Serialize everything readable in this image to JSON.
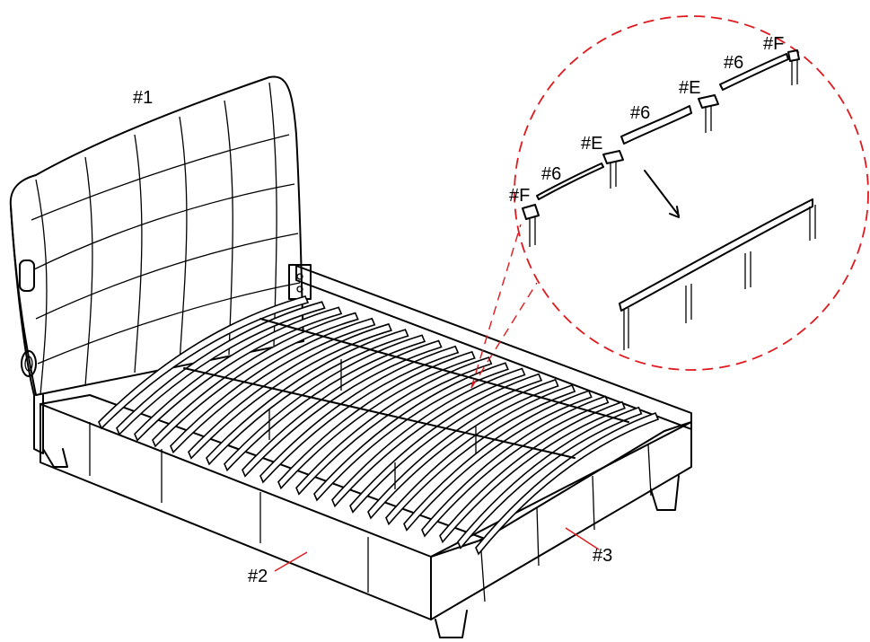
{
  "labels": {
    "headboard": "#1",
    "rail_front": "#2",
    "rail_side": "#3",
    "slat_a": "#6",
    "slat_b": "#6",
    "slat_c": "#6",
    "connector_a": "#E",
    "connector_b": "#E",
    "end_cap_left": "#F",
    "end_cap_right": "#F"
  },
  "colors": {
    "line": "#000000",
    "callout": "#e0191e",
    "background": "#ffffff"
  }
}
